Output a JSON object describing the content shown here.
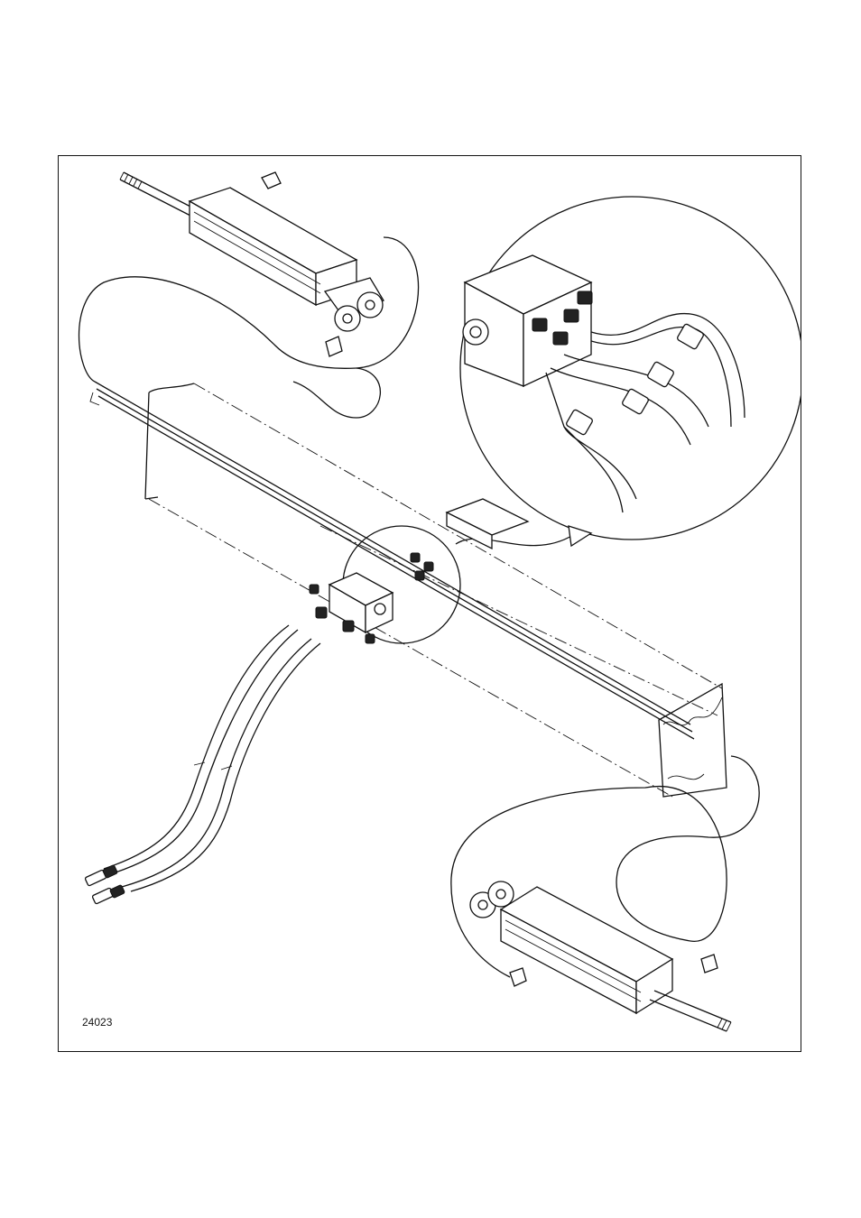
{
  "figure": {
    "number": "24023",
    "colors": {
      "line": "#111111",
      "background": "#ffffff"
    },
    "parts": [
      "upper-hydraulic-cylinder",
      "lower-hydraulic-cylinder",
      "valve-block",
      "detail-magnifier",
      "tube-assembly",
      "supply-hoses",
      "mounting-bracket"
    ]
  }
}
